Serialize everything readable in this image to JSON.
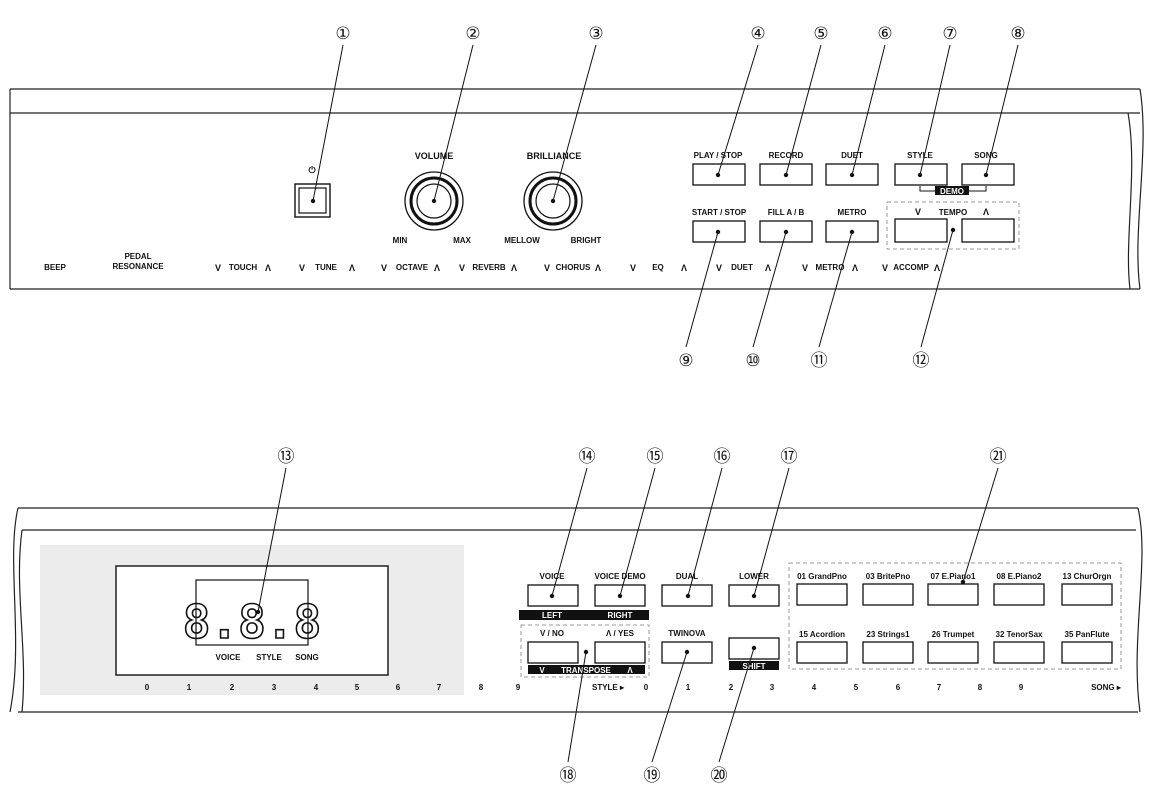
{
  "panel1": {
    "power_icon": "⏻",
    "volume": {
      "label": "VOLUME",
      "min": "MIN",
      "max": "MAX"
    },
    "brilliance": {
      "label": "BRILLIANCE",
      "min": "MELLOW",
      "max": "BRIGHT"
    },
    "buttons": {
      "play_stop": "PLAY / STOP",
      "record": "RECORD",
      "duet": "DUET",
      "style": "STYLE",
      "song": "SONG",
      "start_stop": "START / STOP",
      "fill": "FILL A / B",
      "metro": "METRO"
    },
    "demo": "DEMO",
    "tempo": {
      "label": "TEMPO",
      "down": "V",
      "up": "Λ"
    },
    "bottom": {
      "beep": "BEEP",
      "pedal1": "PEDAL",
      "pedal2": "RESONANCE",
      "touch": "TOUCH",
      "tune": "TUNE",
      "octave": "OCTAVE",
      "reverb": "REVERB",
      "chorus": "CHORUS",
      "eq": "EQ",
      "duet": "DUET",
      "metro": "METRO",
      "accomp": "ACCOMP",
      "down": "V",
      "up": "Λ"
    }
  },
  "panel2": {
    "display": {
      "digits": "8.8.8",
      "voice": "VOICE",
      "style": "STYLE",
      "song": "SONG"
    },
    "buttons": {
      "voice": "VOICE",
      "voice_demo": "VOICE DEMO",
      "dual": "DUAL",
      "lower": "LOWER",
      "no": "V / NO",
      "yes": "Λ / YES",
      "twinova": "TWINOVA"
    },
    "reverse": {
      "left": "LEFT",
      "right": "RIGHT",
      "shift": "SHIFT",
      "transpose": "TRANSPOSE",
      "down": "V",
      "up": "Λ"
    },
    "voices": [
      "01 GrandPno",
      "03 BritePno",
      "07 E.Piano1",
      "08 E.Piano2",
      "13 ChurOrgn",
      "15 Acordion",
      "23 Strings1",
      "26 Trumpet",
      "32 TenorSax",
      "35 PanFlute"
    ],
    "numbers_style": [
      "0",
      "1",
      "2",
      "3",
      "4",
      "5",
      "6",
      "7",
      "8",
      "9"
    ],
    "style_marker": "STYLE ▸",
    "numbers_song": [
      "0",
      "1",
      "2",
      "3",
      "4",
      "5",
      "6",
      "7",
      "8",
      "9"
    ],
    "song_marker": "SONG ▸"
  },
  "callouts": [
    "①",
    "②",
    "③",
    "④",
    "⑤",
    "⑥",
    "⑦",
    "⑧",
    "⑨",
    "⑩",
    "⑪",
    "⑫",
    "⑬",
    "⑭",
    "⑮",
    "⑯",
    "⑰",
    "⑱",
    "⑲",
    "⑳",
    "㉑"
  ]
}
